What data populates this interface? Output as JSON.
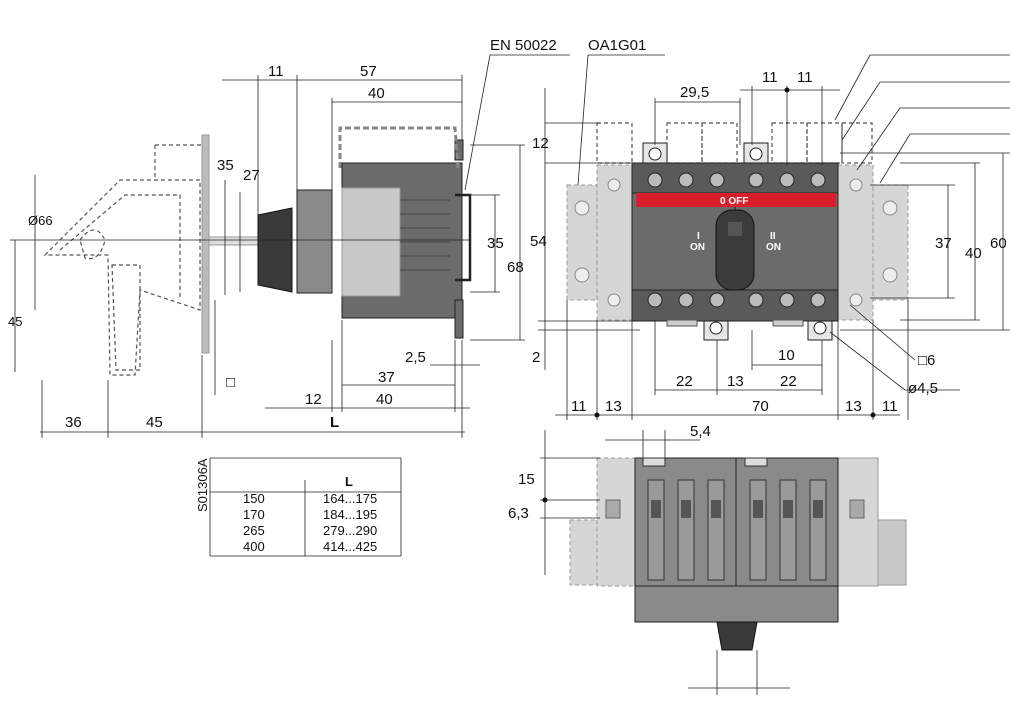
{
  "labels": {
    "standard": "EN 50022",
    "handle_model": "OA1G01",
    "drawing_code": "S01306A",
    "pos_off": "0  OFF",
    "pos_i": "I",
    "pos_i_on": "ON",
    "pos_ii": "II",
    "pos_ii_on": "ON",
    "square": "□6",
    "hole": "ø4,5",
    "square_small": "□"
  },
  "dims_side": {
    "d11": "11",
    "d57": "57",
    "d40_top": "40",
    "d35_left": "35",
    "d27": "27",
    "d66": "Ø66",
    "d45_left": "45",
    "d35_right": "35",
    "d68": "68",
    "d2_5": "2,5",
    "d37": "37",
    "d12": "12",
    "d40_bottom": "40",
    "d36": "36",
    "d45_bottom": "45",
    "dL": "L"
  },
  "dims_front": {
    "d29_5": "29,5",
    "d11_a": "11",
    "d11_b": "11",
    "d12": "12",
    "d54": "54",
    "d37": "37",
    "d40": "40",
    "d60": "60",
    "d2": "2",
    "d10": "10",
    "d22_a": "22",
    "d13_mid": "13",
    "d22_b": "22",
    "d11_l": "11",
    "d13_l": "13",
    "d70": "70",
    "d13_r": "13",
    "d11_r": "11"
  },
  "dims_top": {
    "d5_4": "5,4",
    "d15": "15",
    "d6_3": "6,3"
  },
  "table": {
    "header": "L",
    "rows": [
      {
        "a": "150",
        "b": "164...175"
      },
      {
        "a": "170",
        "b": "184...195"
      },
      {
        "a": "265",
        "b": "279...290"
      },
      {
        "a": "400",
        "b": "414...425"
      }
    ]
  }
}
